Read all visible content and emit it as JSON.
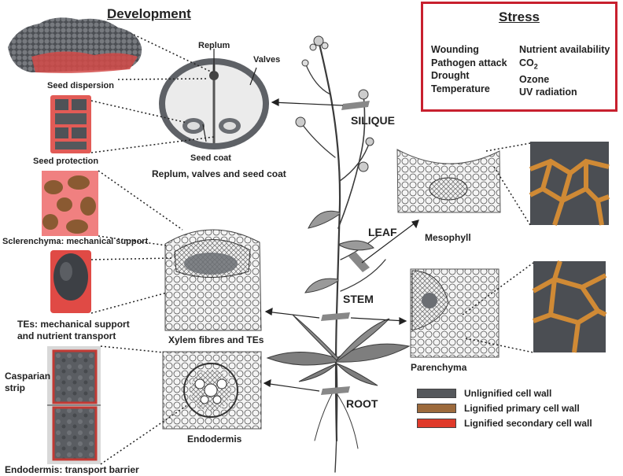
{
  "development": {
    "heading": "Development",
    "labels": {
      "replum": "Replum",
      "valves": "Valves",
      "seed_coat": "Seed coat",
      "silique_caption": "Replum, valves and seed coat",
      "seed_dispersion": "Seed dispersion",
      "seed_protection": "Seed protection",
      "sclerenchyma": "Sclerenchyma: mechanical support",
      "tes_line1": "TEs: mechanical support",
      "tes_line2": "and nutrient transport",
      "xylem": "Xylem fibres and TEs",
      "casparian_line1": "Casparian",
      "casparian_line2": "strip",
      "endodermis": "Endodermis",
      "endodermis_barrier": "Endodermis: transport barrier"
    }
  },
  "stress": {
    "title": "Stress",
    "left_items": [
      "Wounding",
      "Pathogen attack",
      "Drought",
      "Temperature"
    ],
    "right_items": [
      "Nutrient availability",
      "CO",
      "Ozone",
      "UV radiation"
    ],
    "co2_subscript": "2"
  },
  "organs": {
    "silique": "SILIQUE",
    "leaf": "LEAF",
    "stem": "STEM",
    "root": "ROOT"
  },
  "right_labels": {
    "mesophyll": "Mesophyll",
    "parenchyma": "Parenchyma"
  },
  "legend": [
    {
      "label": "Unlignified cell wall",
      "color": "#55585c"
    },
    {
      "label": "Lignified primary cell wall",
      "color": "#9c6a3c"
    },
    {
      "label": "Lignified secondary cell wall",
      "color": "#e03a2a"
    }
  ],
  "colors": {
    "stress_border": "#c8202e",
    "lignified_primary": "#c98a3a",
    "lignified_secondary": "#e0504a",
    "unlignified": "#55585c"
  }
}
